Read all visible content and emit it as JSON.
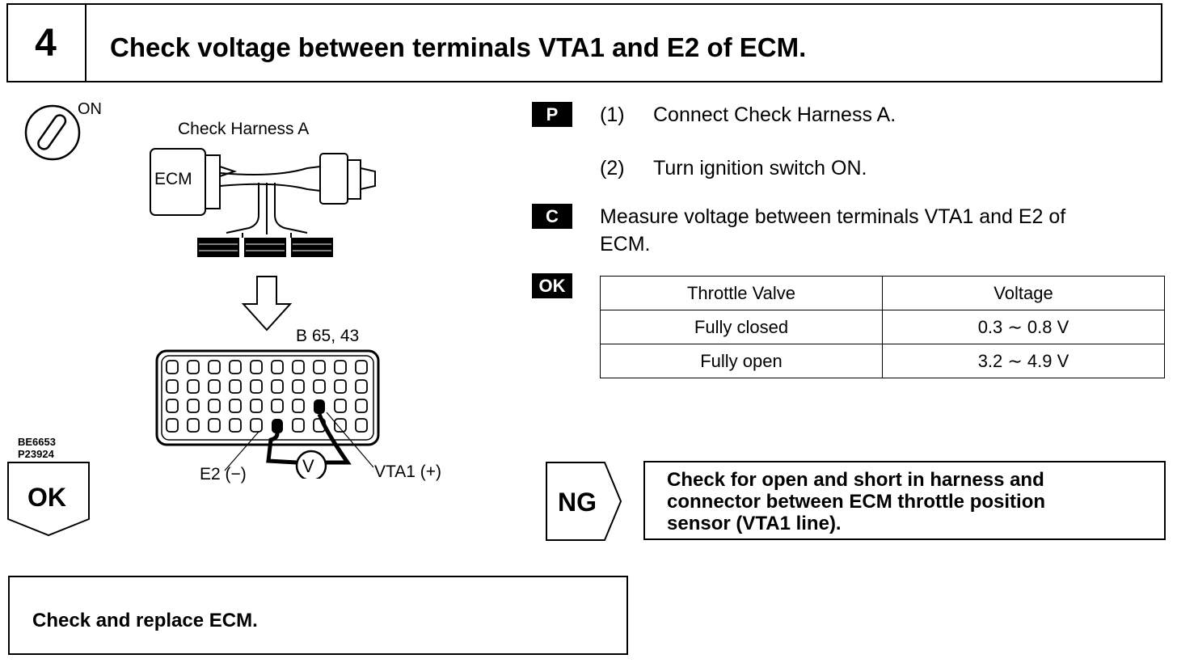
{
  "step": {
    "number": "4",
    "title": "Check voltage between terminals VTA1 and E2 of ECM."
  },
  "figure": {
    "ignition_label": "ON",
    "harness_label": "Check Harness A",
    "ecm_label": "ECM",
    "connector_label": "B 65, 43",
    "e2_label": "E2 (−)",
    "vta1_label": "VTA1 (+)",
    "voltmeter_symbol": "V",
    "code1": "BE6653",
    "code2": "P23924"
  },
  "instructions": {
    "prep_tag": "P",
    "step1_num": "(1)",
    "step1_text": "Connect Check Harness A.",
    "step2_num": "(2)",
    "step2_text": "Turn ignition switch ON.",
    "check_tag": "C",
    "check_line1": "Measure voltage between terminals VTA1 and E2 of",
    "check_line2": "ECM.",
    "ok_tag": "OK"
  },
  "spec_table": {
    "headers": [
      "Throttle Valve",
      "Voltage"
    ],
    "rows": [
      [
        "Fully closed",
        "0.3 ∼ 0.8 V"
      ],
      [
        "Fully open",
        "3.2 ∼ 4.9 V"
      ]
    ]
  },
  "ng_branch": {
    "label": "NG",
    "line1": "Check for open and short in harness and",
    "line2": "connector between ECM throttle position",
    "line3": "sensor (VTA1 line)."
  },
  "ok_branch": {
    "label": "OK",
    "action": "Check and replace ECM."
  }
}
